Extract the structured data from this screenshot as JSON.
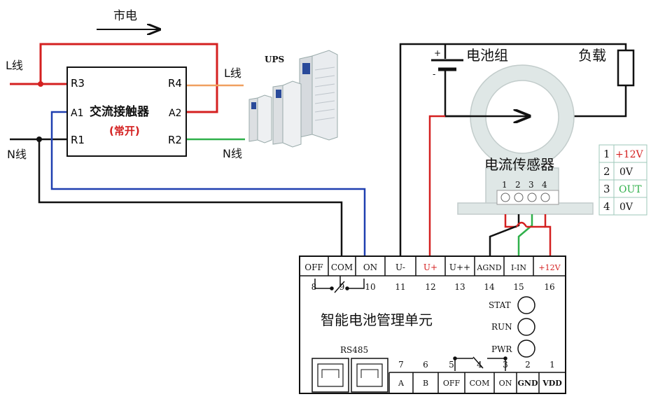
{
  "header": {
    "mains_label": "市电"
  },
  "contactor": {
    "title": "交流接触器",
    "subtitle": "(常开)",
    "pins": {
      "r3": "R3",
      "r4": "R4",
      "a1": "A1",
      "a2": "A2",
      "r1": "R1",
      "r2": "R2"
    }
  },
  "lines": {
    "l_left": "L线",
    "l_right": "L线",
    "n_left": "N线",
    "n_right": "N线"
  },
  "ups": {
    "label": "UPS"
  },
  "battery": {
    "label": "电池组"
  },
  "load": {
    "label": "负载"
  },
  "sensor": {
    "label": "电流传感器",
    "pins": [
      "1",
      "2",
      "3",
      "4"
    ]
  },
  "pin_table": [
    {
      "num": "1",
      "value": "+12V"
    },
    {
      "num": "2",
      "value": "0V"
    },
    {
      "num": "3",
      "value": "OUT"
    },
    {
      "num": "4",
      "value": "0V"
    }
  ],
  "bmu": {
    "title": "智能电池管理单元",
    "terminals": [
      {
        "label": "OFF",
        "num": "8"
      },
      {
        "label": "COM",
        "num": "9"
      },
      {
        "label": "ON",
        "num": "10"
      },
      {
        "label": "U-",
        "num": "11"
      },
      {
        "label": "U+",
        "num": "12"
      },
      {
        "label": "U++",
        "num": "13"
      },
      {
        "label": "AGND",
        "num": "14"
      },
      {
        "label": "I-IN",
        "num": "15"
      },
      {
        "label": "+12V",
        "num": "16"
      }
    ],
    "indicators": [
      "STAT",
      "RUN",
      "PWR"
    ],
    "rs485": "RS485",
    "bottom_terminals": [
      {
        "label": "A",
        "num": "7"
      },
      {
        "label": "B",
        "num": "6"
      },
      {
        "label": "OFF",
        "num": "5"
      },
      {
        "label": "COM",
        "num": "4"
      },
      {
        "label": "ON",
        "num": "3"
      },
      {
        "label": "GND",
        "num": "2"
      },
      {
        "label": "VDD",
        "num": "1"
      }
    ]
  },
  "colors": {
    "red": "#d42020",
    "blue": "#1f3fb0",
    "green": "#2fb04a",
    "orange": "#f0a060",
    "black": "#111111"
  }
}
